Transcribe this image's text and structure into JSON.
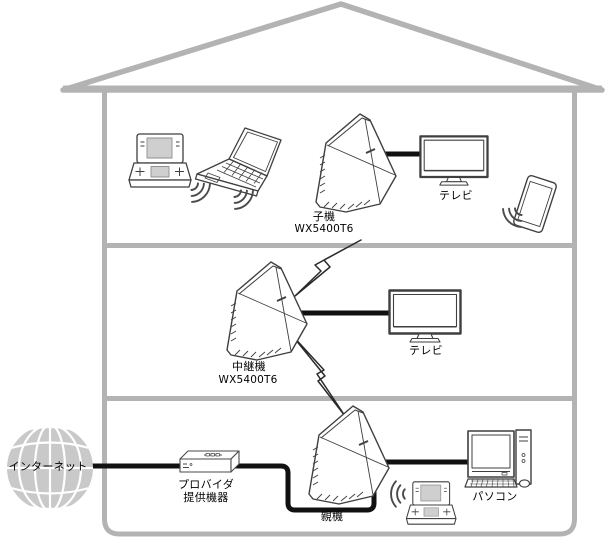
{
  "diagram": {
    "type": "home-network-topology",
    "house": {
      "floor_count": 3
    },
    "top_floor": {
      "router": {
        "label": "子機",
        "model": "WX5400T6",
        "icon": "wifi-router-icon"
      },
      "tv": {
        "label": "テレビ",
        "icon": "tv-icon"
      },
      "handheld_game": {
        "icon": "handheld-game-icon"
      },
      "laptop": {
        "icon": "laptop-icon"
      },
      "smartphone": {
        "icon": "smartphone-icon"
      }
    },
    "middle_floor": {
      "router": {
        "label": "中継機",
        "model": "WX5400T6",
        "icon": "wifi-router-icon"
      },
      "tv": {
        "label": "テレビ",
        "icon": "tv-icon"
      }
    },
    "bottom_floor": {
      "internet": {
        "label": "インターネット",
        "icon": "internet-globe-icon"
      },
      "provider_equipment": {
        "label_line1": "プロバイダ",
        "label_line2": "提供機器",
        "icon": "modem-box-icon"
      },
      "router": {
        "label": "親機",
        "icon": "wifi-router-icon"
      },
      "pc": {
        "label": "パソコン",
        "icon": "desktop-pc-icon"
      },
      "handheld_game": {
        "icon": "handheld-game-icon"
      }
    },
    "colors": {
      "house_outline": "#b3b3b3",
      "cable": "#111111",
      "globe_fill": "#c9c9c9",
      "device_line": "#3f3f3f",
      "screen_fill": "#cfcfcf"
    }
  }
}
